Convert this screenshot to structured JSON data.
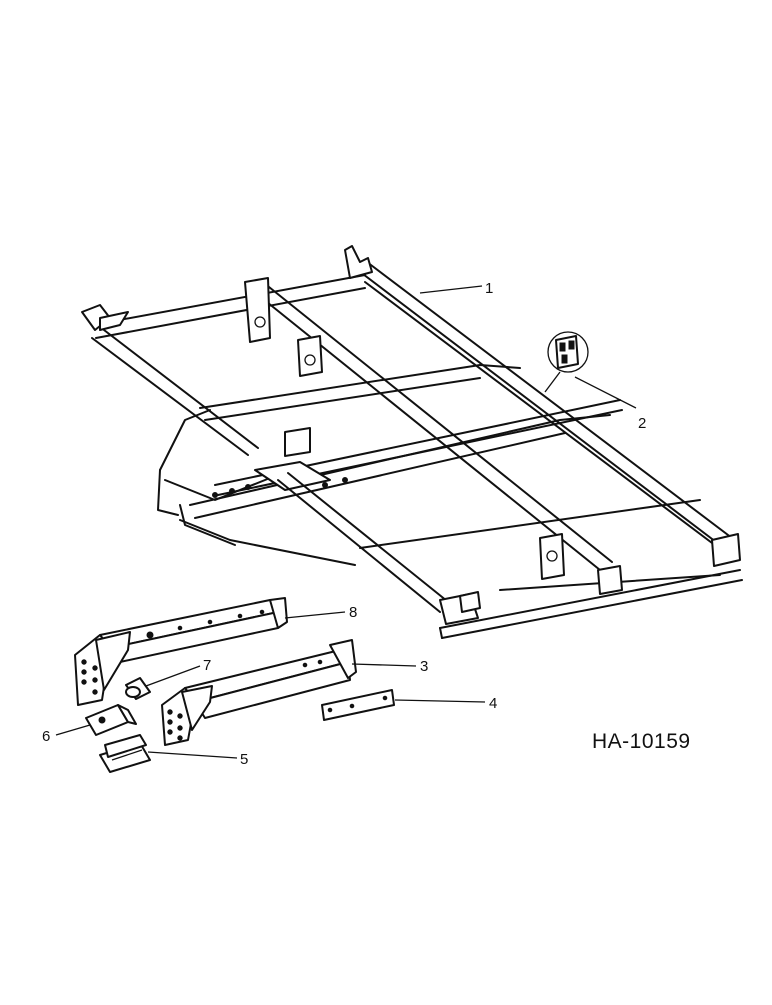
{
  "figure_id": "HA-10159",
  "callouts": [
    {
      "number": "1"
    },
    {
      "number": "2"
    },
    {
      "number": "3"
    },
    {
      "number": "4"
    },
    {
      "number": "5"
    },
    {
      "number": "6"
    },
    {
      "number": "7"
    },
    {
      "number": "8"
    }
  ]
}
